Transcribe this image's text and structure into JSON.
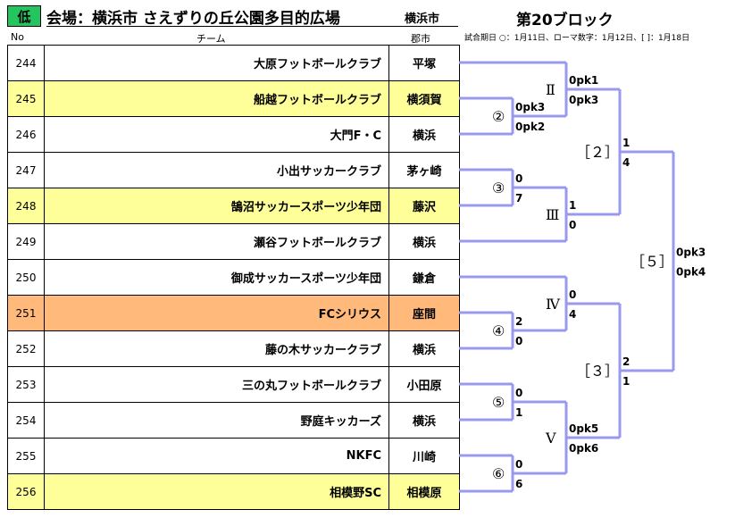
{
  "header": {
    "grade": "低",
    "venue": "会場：横浜市 さえずりの丘公園多目的広場",
    "city": "横浜市",
    "block": "第20ブロック"
  },
  "columns": {
    "no": "No",
    "team": "チーム",
    "city": "郡市"
  },
  "note": "試合期日 ○：1月11日、ローマ数字：1月12日、[ ]：1月18日",
  "colors": {
    "grade_bg": "#22c55e",
    "yellow": "#ffff99",
    "orange": "#ffb97a",
    "bracket_line": "#9999ee"
  },
  "teams": [
    {
      "no": "244",
      "name": "大原フットボールクラブ",
      "city": "平塚",
      "highlight": "none"
    },
    {
      "no": "245",
      "name": "船越フットボールクラブ",
      "city": "横須賀",
      "highlight": "yellow"
    },
    {
      "no": "246",
      "name": "大門F・C",
      "city": "横浜",
      "highlight": "none"
    },
    {
      "no": "247",
      "name": "小出サッカークラブ",
      "city": "茅ヶ崎",
      "highlight": "none"
    },
    {
      "no": "248",
      "name": "鵠沼サッカースポーツ少年団",
      "city": "藤沢",
      "highlight": "yellow"
    },
    {
      "no": "249",
      "name": "瀬谷フットボールクラブ",
      "city": "横浜",
      "highlight": "none"
    },
    {
      "no": "250",
      "name": "御成サッカースポーツ少年団",
      "city": "鎌倉",
      "highlight": "none"
    },
    {
      "no": "251",
      "name": "FCシリウス",
      "city": "座間",
      "highlight": "orange"
    },
    {
      "no": "252",
      "name": "藤の木サッカークラブ",
      "city": "横浜",
      "highlight": "none"
    },
    {
      "no": "253",
      "name": "三の丸フットボールクラブ",
      "city": "小田原",
      "highlight": "none"
    },
    {
      "no": "254",
      "name": "野庭キッカーズ",
      "city": "横浜",
      "highlight": "none"
    },
    {
      "no": "255",
      "name": "NKFC",
      "city": "川崎",
      "highlight": "none"
    },
    {
      "no": "256",
      "name": "相模野SC",
      "city": "相模原",
      "highlight": "yellow"
    }
  ],
  "bracket": {
    "match_marks": [
      "②",
      "③",
      "④",
      "⑤",
      "⑥",
      "Ⅱ",
      "Ⅲ",
      "Ⅳ",
      "Ⅴ",
      "［２］",
      "［３］",
      "［５］"
    ],
    "scores": {
      "m2_top": "0pk3",
      "m2_bot": "0pk2",
      "m3_top": "0",
      "m3_bot": "7",
      "m4_top": "2",
      "m4_bot": "0",
      "m5_top": "0",
      "m5_bot": "1",
      "m6_top": "0",
      "m6_bot": "6",
      "mII_top": "0pk1",
      "mII_bot": "0pk3",
      "mIII_top": "1",
      "mIII_bot": "0",
      "mIV_top": "0",
      "mIV_bot": "4",
      "mV_top": "0pk5",
      "mV_bot": "0pk6",
      "s2_top": "1",
      "s2_bot": "4",
      "s3_top": "2",
      "s3_bot": "1",
      "f5_top": "0pk3",
      "f5_bot": "0pk4"
    }
  }
}
